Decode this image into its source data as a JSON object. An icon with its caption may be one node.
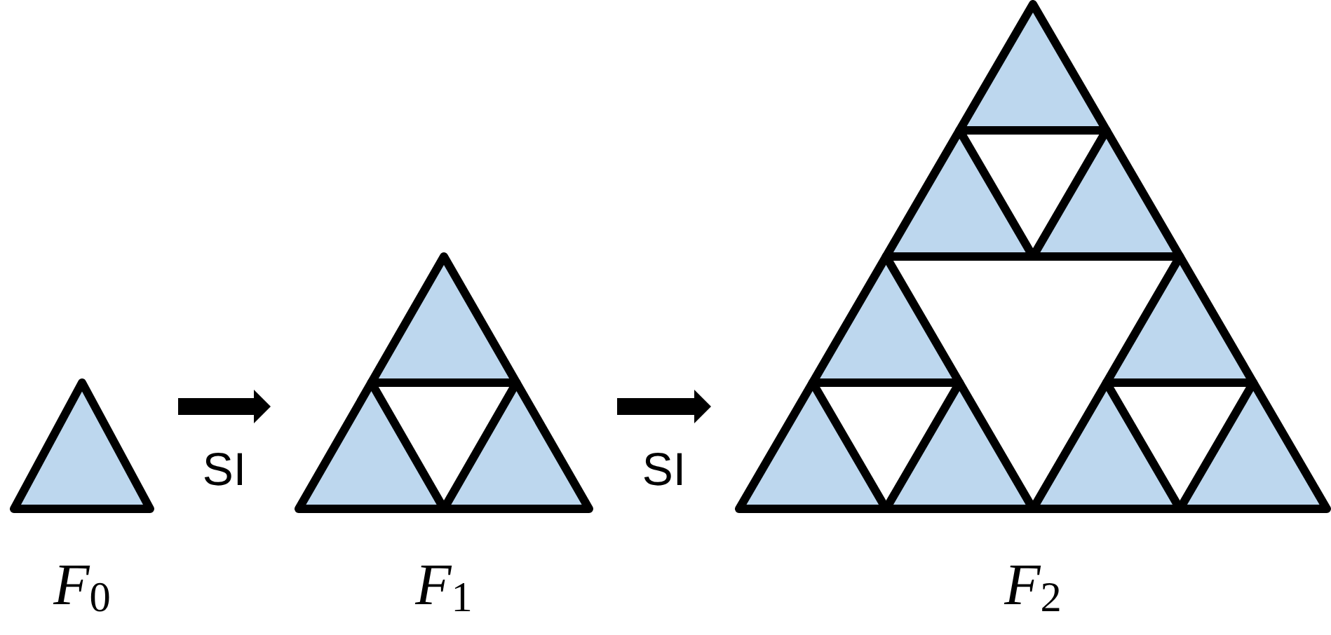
{
  "diagram": {
    "nodes": [
      {
        "text": [],
        "shape": "triangle",
        "beside": [
          "*F*$_{0}$"
        ]
      },
      {
        "text": [],
        "shape": "triangle",
        "beside": [
          "*F*$_{1}$"
        ]
      },
      {
        "text": [],
        "shape": "triangle",
        "beside": [
          "*F*$_{2}$"
        ]
      }
    ],
    "edges": [
      {
        "from": 0,
        "to": 1,
        "arrow": "to",
        "label": "SI"
      },
      {
        "from": 1,
        "to": 2,
        "arrow": "to",
        "label": "SI"
      }
    ]
  }
}
